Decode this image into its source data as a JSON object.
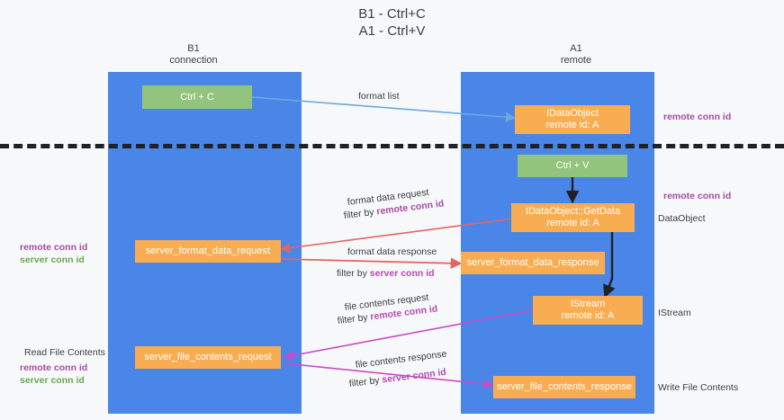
{
  "title": "B1 - Ctrl+C\nA1 - Ctrl+V",
  "columns": {
    "left": "B1\nconnection",
    "right": "A1\nremote"
  },
  "colors": {
    "lane": "#4a86e8",
    "node_green": "#93c47d",
    "node_orange": "#f9ad52",
    "purple": "#a64ca6",
    "green_text": "#6aa84f",
    "arrow_blue": "#6fa8dc",
    "arrow_black": "#202124",
    "arrow_red": "#e06666",
    "arrow_magenta": "#c64bc6",
    "divider": "#202124",
    "background": "#f7f8f9"
  },
  "nodes": {
    "ctrl_c": "Ctrl + C",
    "idataobject": "IDataObject\nremote id: A",
    "ctrl_v": "Ctrl + V",
    "getdata": "IDataObject::GetData\nremote id: A",
    "format_data_request": "server_format_data_request",
    "format_data_response": "server_format_data_response",
    "istream": "IStream\nremote id: A",
    "file_contents_request": "server_file_contents_request",
    "file_contents_response": "server_file_contents_response"
  },
  "edges": {
    "format_list": "format list",
    "format_data_request": "format data request",
    "format_data_request_filter_prefix": "filter by ",
    "format_data_request_filter_key": "remote conn id",
    "format_data_response": "format data response",
    "format_data_response_filter_prefix": "filter by ",
    "format_data_response_filter_key": "server conn id",
    "file_contents_request": "file contents request",
    "file_contents_request_filter_prefix": "filter by ",
    "file_contents_request_filter_key": "remote conn id",
    "file_contents_response": "file contents response",
    "file_contents_response_filter_prefix": "filter by ",
    "file_contents_response_filter_key": "server conn id"
  },
  "side_labels": {
    "right_remote_conn_id_top": "remote conn id",
    "right_remote_conn_id_mid": "remote conn id",
    "right_dataobject": "DataObject",
    "right_istream": "IStream",
    "right_write_file_contents": "Write File Contents",
    "left_remote_conn_id": "remote conn id",
    "left_server_conn_id": "server conn id",
    "left_read_file_contents": "Read File Contents",
    "left_remote_conn_id_2": "remote conn id",
    "left_server_conn_id_2": "server conn id"
  }
}
